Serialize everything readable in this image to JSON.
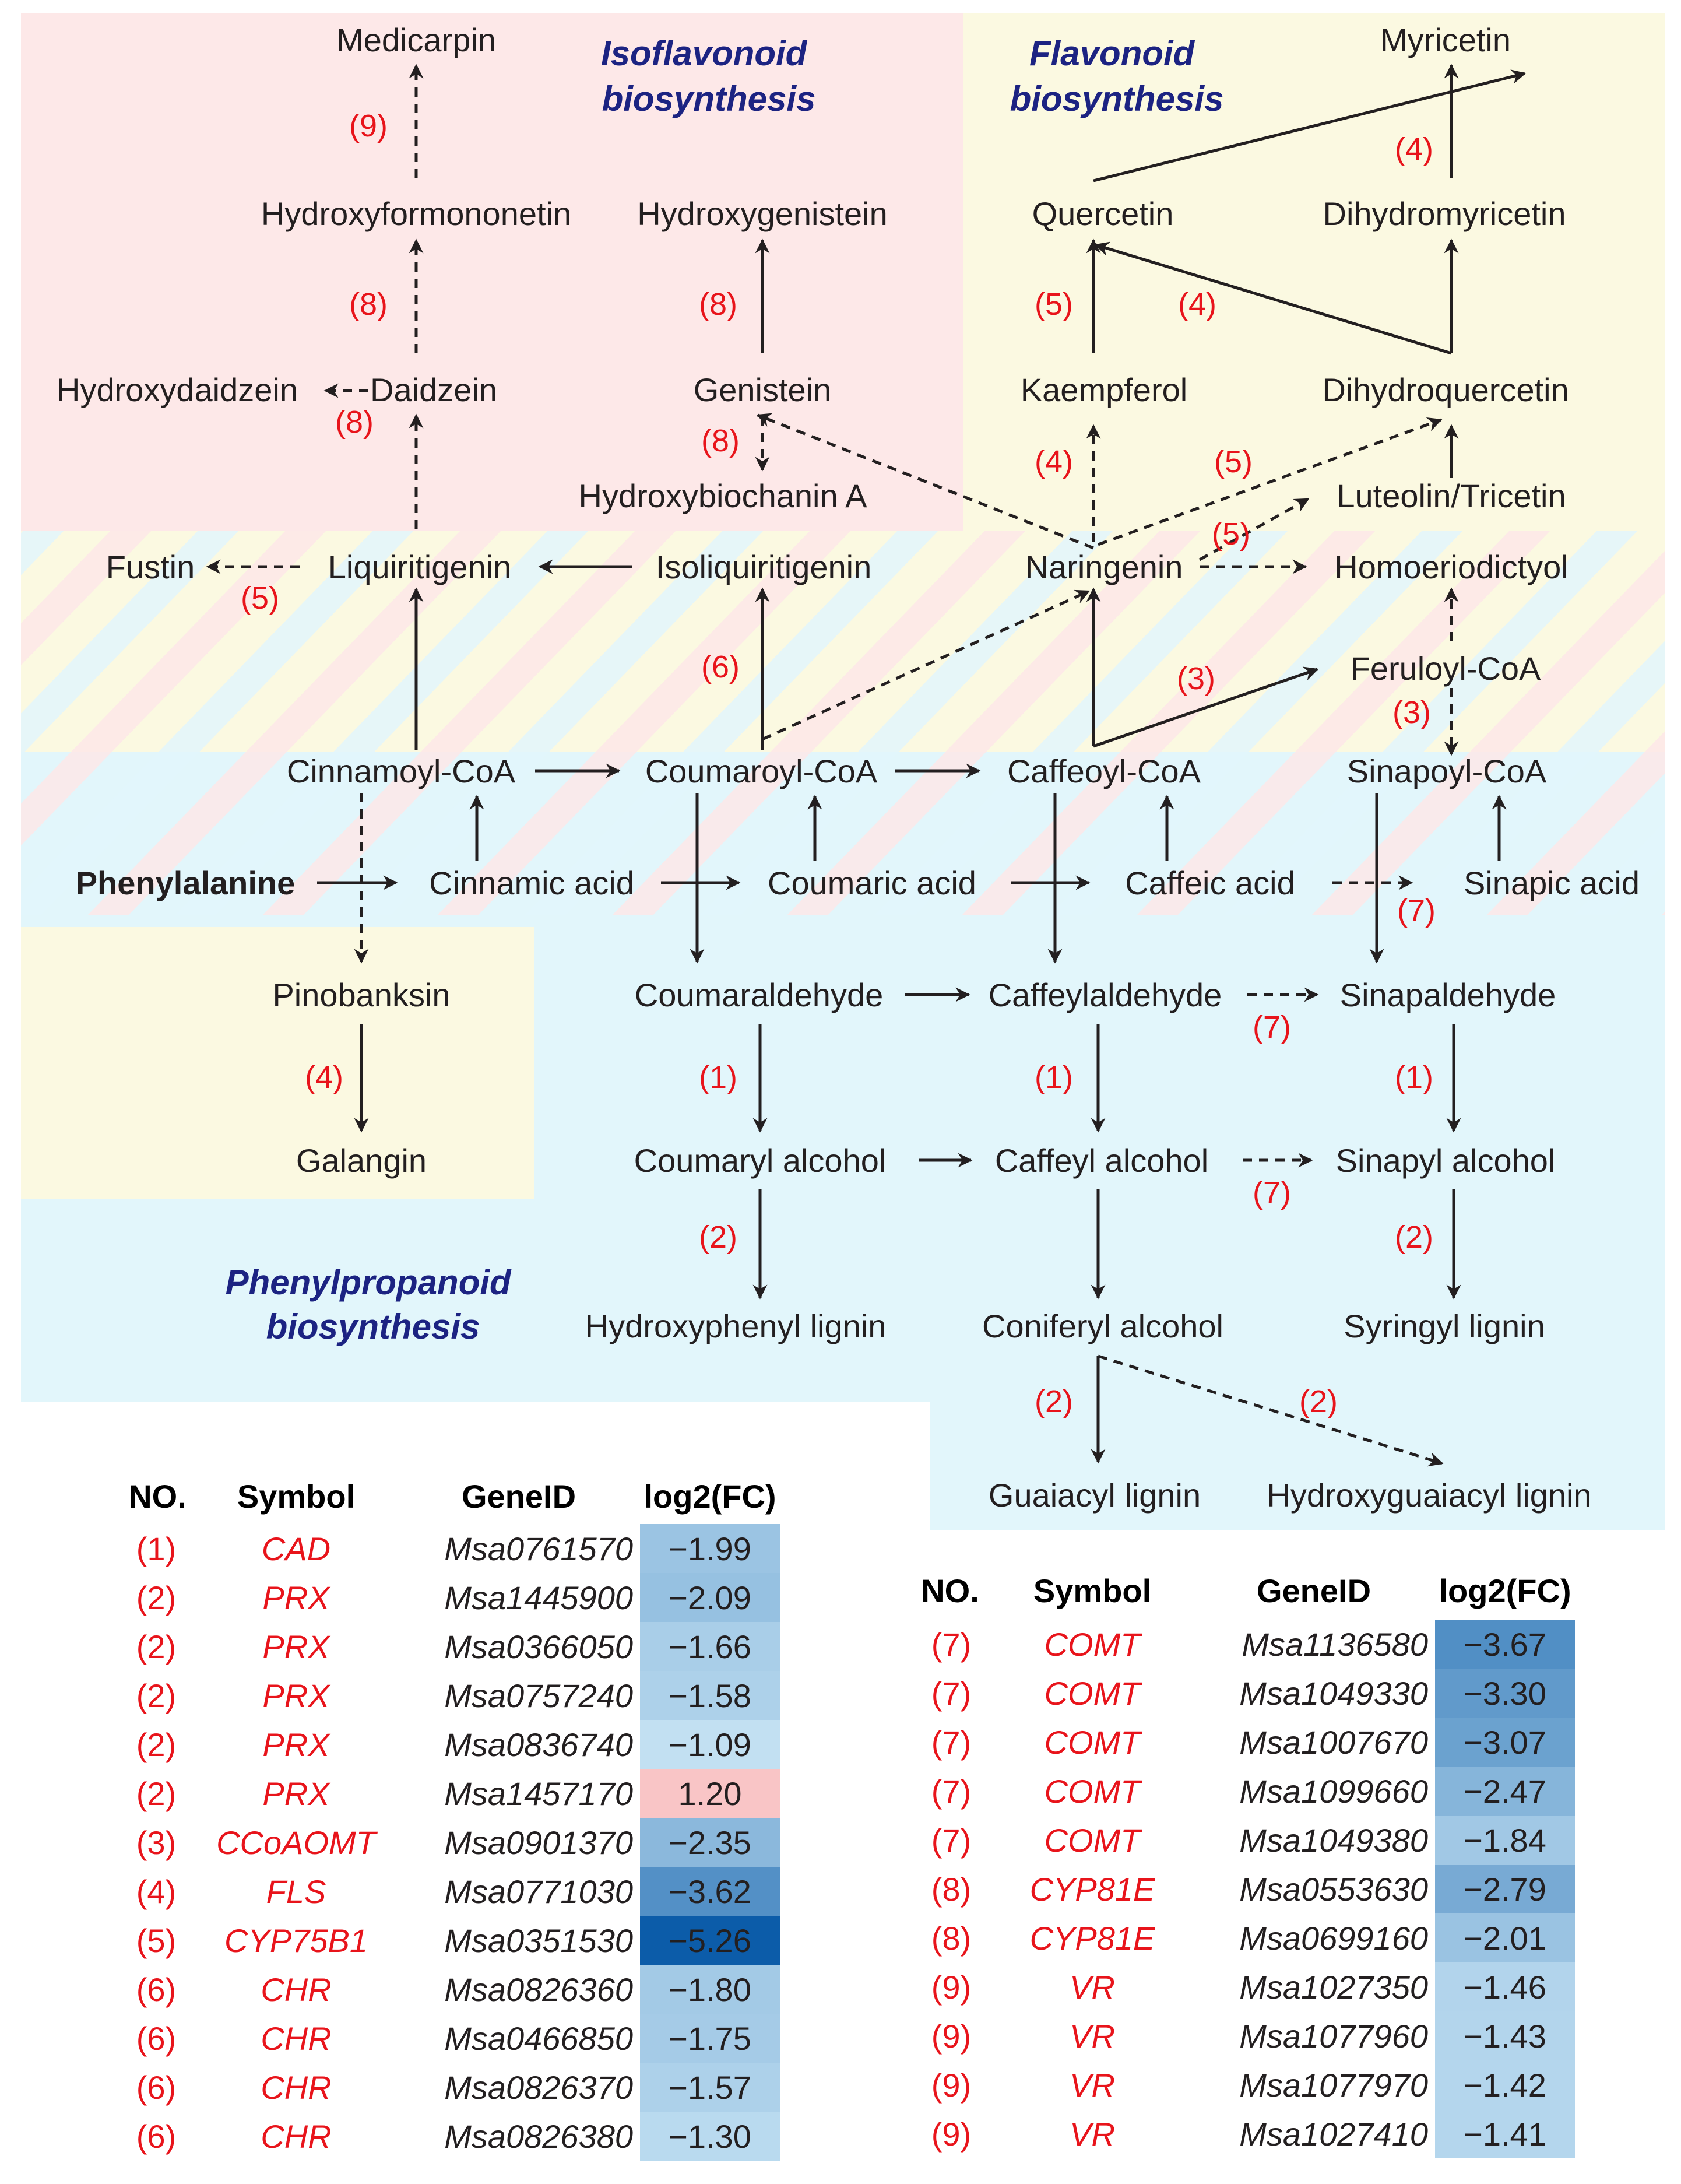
{
  "regions": {
    "isoflavonoid": [
      "Isoflavonoid",
      "biosynthesis"
    ],
    "flavonoid": [
      "Flavonoid",
      "biosynthesis"
    ],
    "phenylpropanoid": [
      "Phenylpropanoid",
      "biosynthesis"
    ]
  },
  "colors": {
    "isoflavonoid_bg": "#fde8e8",
    "flavonoid_bg": "#fbf9e1",
    "phenylpropanoid_bg": "#e2f6fb",
    "enzyme_number": "#e8141b",
    "region_title": "#1c2382",
    "fc_positive": "#f9c5c6",
    "fc_neg_light": "#c6e3f4",
    "fc_neg_dark": "#0a5ba8"
  },
  "nodes": {
    "medicarpin": "Medicarpin",
    "hydroxyformononetin": "Hydroxyformononetin",
    "hydroxygenistein": "Hydroxygenistein",
    "myricetin": "Myricetin",
    "quercetin": "Quercetin",
    "dihydromyricetin": "Dihydromyricetin",
    "hydroxydaidzein": "Hydroxydaidzein",
    "daidzein": "Daidzein",
    "genistein": "Genistein",
    "kaempferol": "Kaempferol",
    "dihydroquercetin": "Dihydroquercetin",
    "hydroxybiochanin": "Hydroxybiochanin A",
    "luteolin": "Luteolin/Tricetin",
    "fustin": "Fustin",
    "liquiritigenin": "Liquiritigenin",
    "isoliquiritigenin": "Isoliquiritigenin",
    "naringenin": "Naringenin",
    "homoeriodictyol": "Homoeriodictyol",
    "feruloyl_coa": "Feruloyl-CoA",
    "cinnamoyl_coa": "Cinnamoyl-CoA",
    "coumaroyl_coa": "Coumaroyl-CoA",
    "caffeoyl_coa": "Caffeoyl-CoA",
    "sinapoyl_coa": "Sinapoyl-CoA",
    "phenylalanine": "Phenylalanine",
    "cinnamic_acid": "Cinnamic acid",
    "coumaric_acid": "Coumaric acid",
    "caffeic_acid": "Caffeic acid",
    "sinapic_acid": "Sinapic acid",
    "pinobanksin": "Pinobanksin",
    "coumaraldehyde": "Coumaraldehyde",
    "caffeylaldehyde": "Caffeylaldehyde",
    "sinapaldehyde": "Sinapaldehyde",
    "galangin": "Galangin",
    "coumaryl_alcohol": "Coumaryl alcohol",
    "caffeyl_alcohol": "Caffeyl alcohol",
    "sinapyl_alcohol": "Sinapyl alcohol",
    "hydroxyphenyl_lignin": "Hydroxyphenyl lignin",
    "coniferyl_alcohol": "Coniferyl alcohol",
    "syringyl_lignin": "Syringyl lignin",
    "guaiacyl_lignin": "Guaiacyl lignin",
    "hydroxyguaiacyl_lignin": "Hydroxyguaiacyl lignin"
  },
  "step_labels": [
    "(9)",
    "(4)",
    "(8)",
    "(5)",
    "(4)",
    "(8)",
    "(8)",
    "(8)",
    "(4)",
    "(5)",
    "(5)",
    "(5)",
    "(6)",
    "(3)",
    "(3)",
    "(7)",
    "(4)",
    "(7)",
    "(1)",
    "(1)",
    "(1)",
    "(7)",
    "(2)",
    "(2)",
    "(2)",
    "(2)"
  ],
  "table_headers": [
    "NO.",
    "Symbol",
    "GeneID",
    "log2(FC)"
  ],
  "table_left": [
    {
      "no": "(1)",
      "symbol": "CAD",
      "gene": "Msa0761570",
      "fc": "−1.99",
      "value": -1.99
    },
    {
      "no": "(2)",
      "symbol": "PRX",
      "gene": "Msa1445900",
      "fc": "−2.09",
      "value": -2.09
    },
    {
      "no": "(2)",
      "symbol": "PRX",
      "gene": "Msa0366050",
      "fc": "−1.66",
      "value": -1.66
    },
    {
      "no": "(2)",
      "symbol": "PRX",
      "gene": "Msa0757240",
      "fc": "−1.58",
      "value": -1.58
    },
    {
      "no": "(2)",
      "symbol": "PRX",
      "gene": "Msa0836740",
      "fc": "−1.09",
      "value": -1.09
    },
    {
      "no": "(2)",
      "symbol": "PRX",
      "gene": "Msa1457170",
      "fc": "1.20",
      "value": 1.2
    },
    {
      "no": "(3)",
      "symbol": "CCoAOMT",
      "gene": "Msa0901370",
      "fc": "−2.35",
      "value": -2.35
    },
    {
      "no": "(4)",
      "symbol": "FLS",
      "gene": "Msa0771030",
      "fc": "−3.62",
      "value": -3.62
    },
    {
      "no": "(5)",
      "symbol": "CYP75B1",
      "gene": "Msa0351530",
      "fc": "−5.26",
      "value": -5.26
    },
    {
      "no": "(6)",
      "symbol": "CHR",
      "gene": "Msa0826360",
      "fc": "−1.80",
      "value": -1.8
    },
    {
      "no": "(6)",
      "symbol": "CHR",
      "gene": "Msa0466850",
      "fc": "−1.75",
      "value": -1.75
    },
    {
      "no": "(6)",
      "symbol": "CHR",
      "gene": "Msa0826370",
      "fc": "−1.57",
      "value": -1.57
    },
    {
      "no": "(6)",
      "symbol": "CHR",
      "gene": "Msa0826380",
      "fc": "−1.30",
      "value": -1.3
    }
  ],
  "table_right": [
    {
      "no": "(7)",
      "symbol": "COMT",
      "gene": "Msa1136580",
      "fc": "−3.67",
      "value": -3.67
    },
    {
      "no": "(7)",
      "symbol": "COMT",
      "gene": "Msa1049330",
      "fc": "−3.30",
      "value": -3.3
    },
    {
      "no": "(7)",
      "symbol": "COMT",
      "gene": "Msa1007670",
      "fc": "−3.07",
      "value": -3.07
    },
    {
      "no": "(7)",
      "symbol": "COMT",
      "gene": "Msa1099660",
      "fc": "−2.47",
      "value": -2.47
    },
    {
      "no": "(7)",
      "symbol": "COMT",
      "gene": "Msa1049380",
      "fc": "−1.84",
      "value": -1.84
    },
    {
      "no": "(8)",
      "symbol": "CYP81E",
      "gene": "Msa0553630",
      "fc": "−2.79",
      "value": -2.79
    },
    {
      "no": "(8)",
      "symbol": "CYP81E",
      "gene": "Msa0699160",
      "fc": "−2.01",
      "value": -2.01
    },
    {
      "no": "(9)",
      "symbol": "VR",
      "gene": "Msa1027350",
      "fc": "−1.46",
      "value": -1.46
    },
    {
      "no": "(9)",
      "symbol": "VR",
      "gene": "Msa1077960",
      "fc": "−1.43",
      "value": -1.43
    },
    {
      "no": "(9)",
      "symbol": "VR",
      "gene": "Msa1077970",
      "fc": "−1.42",
      "value": -1.42
    },
    {
      "no": "(9)",
      "symbol": "VR",
      "gene": "Msa1027410",
      "fc": "−1.41",
      "value": -1.41
    }
  ]
}
